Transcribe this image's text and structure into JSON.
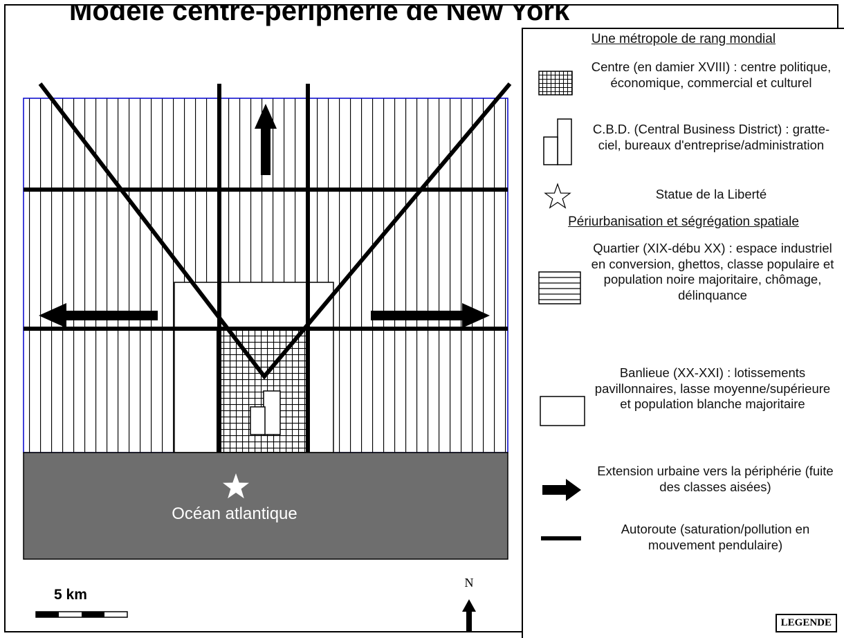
{
  "title": "Modèle centre-périphérie de New York",
  "map": {
    "ocean_label": "Océan atlantique",
    "scale_label": "5 km",
    "north_label": "N",
    "colors": {
      "ocean": "#6e6e6e",
      "ink": "#000000",
      "boundary": "#0000cc"
    }
  },
  "legend": {
    "section1_title": "Une métropole de rang mondial",
    "centre": "Centre (en damier XVIII) : centre politique, économique, commercial et culturel",
    "cbd": "C.B.D. (Central Business District) : gratte-ciel, bureaux d'entreprise/administration",
    "liberty": "Statue de la Liberté",
    "section2_title": "Périurbanisation et ségrégation spatiale",
    "quartier": "Quartier (XIX-débu XX) : espace industriel en conversion, ghettos, classe populaire et population noire majoritaire, chômage, délinquance",
    "banlieue": "Banlieue (XX-XXI) : lotissements pavillonnaires, lasse moyenne/supérieure et population blanche majoritaire",
    "extension": "Extension urbaine vers la périphérie (fuite des classes aisées)",
    "autoroute": "Autoroute (saturation/pollution en mouvement pendulaire)",
    "tag": "LEGENDE"
  }
}
